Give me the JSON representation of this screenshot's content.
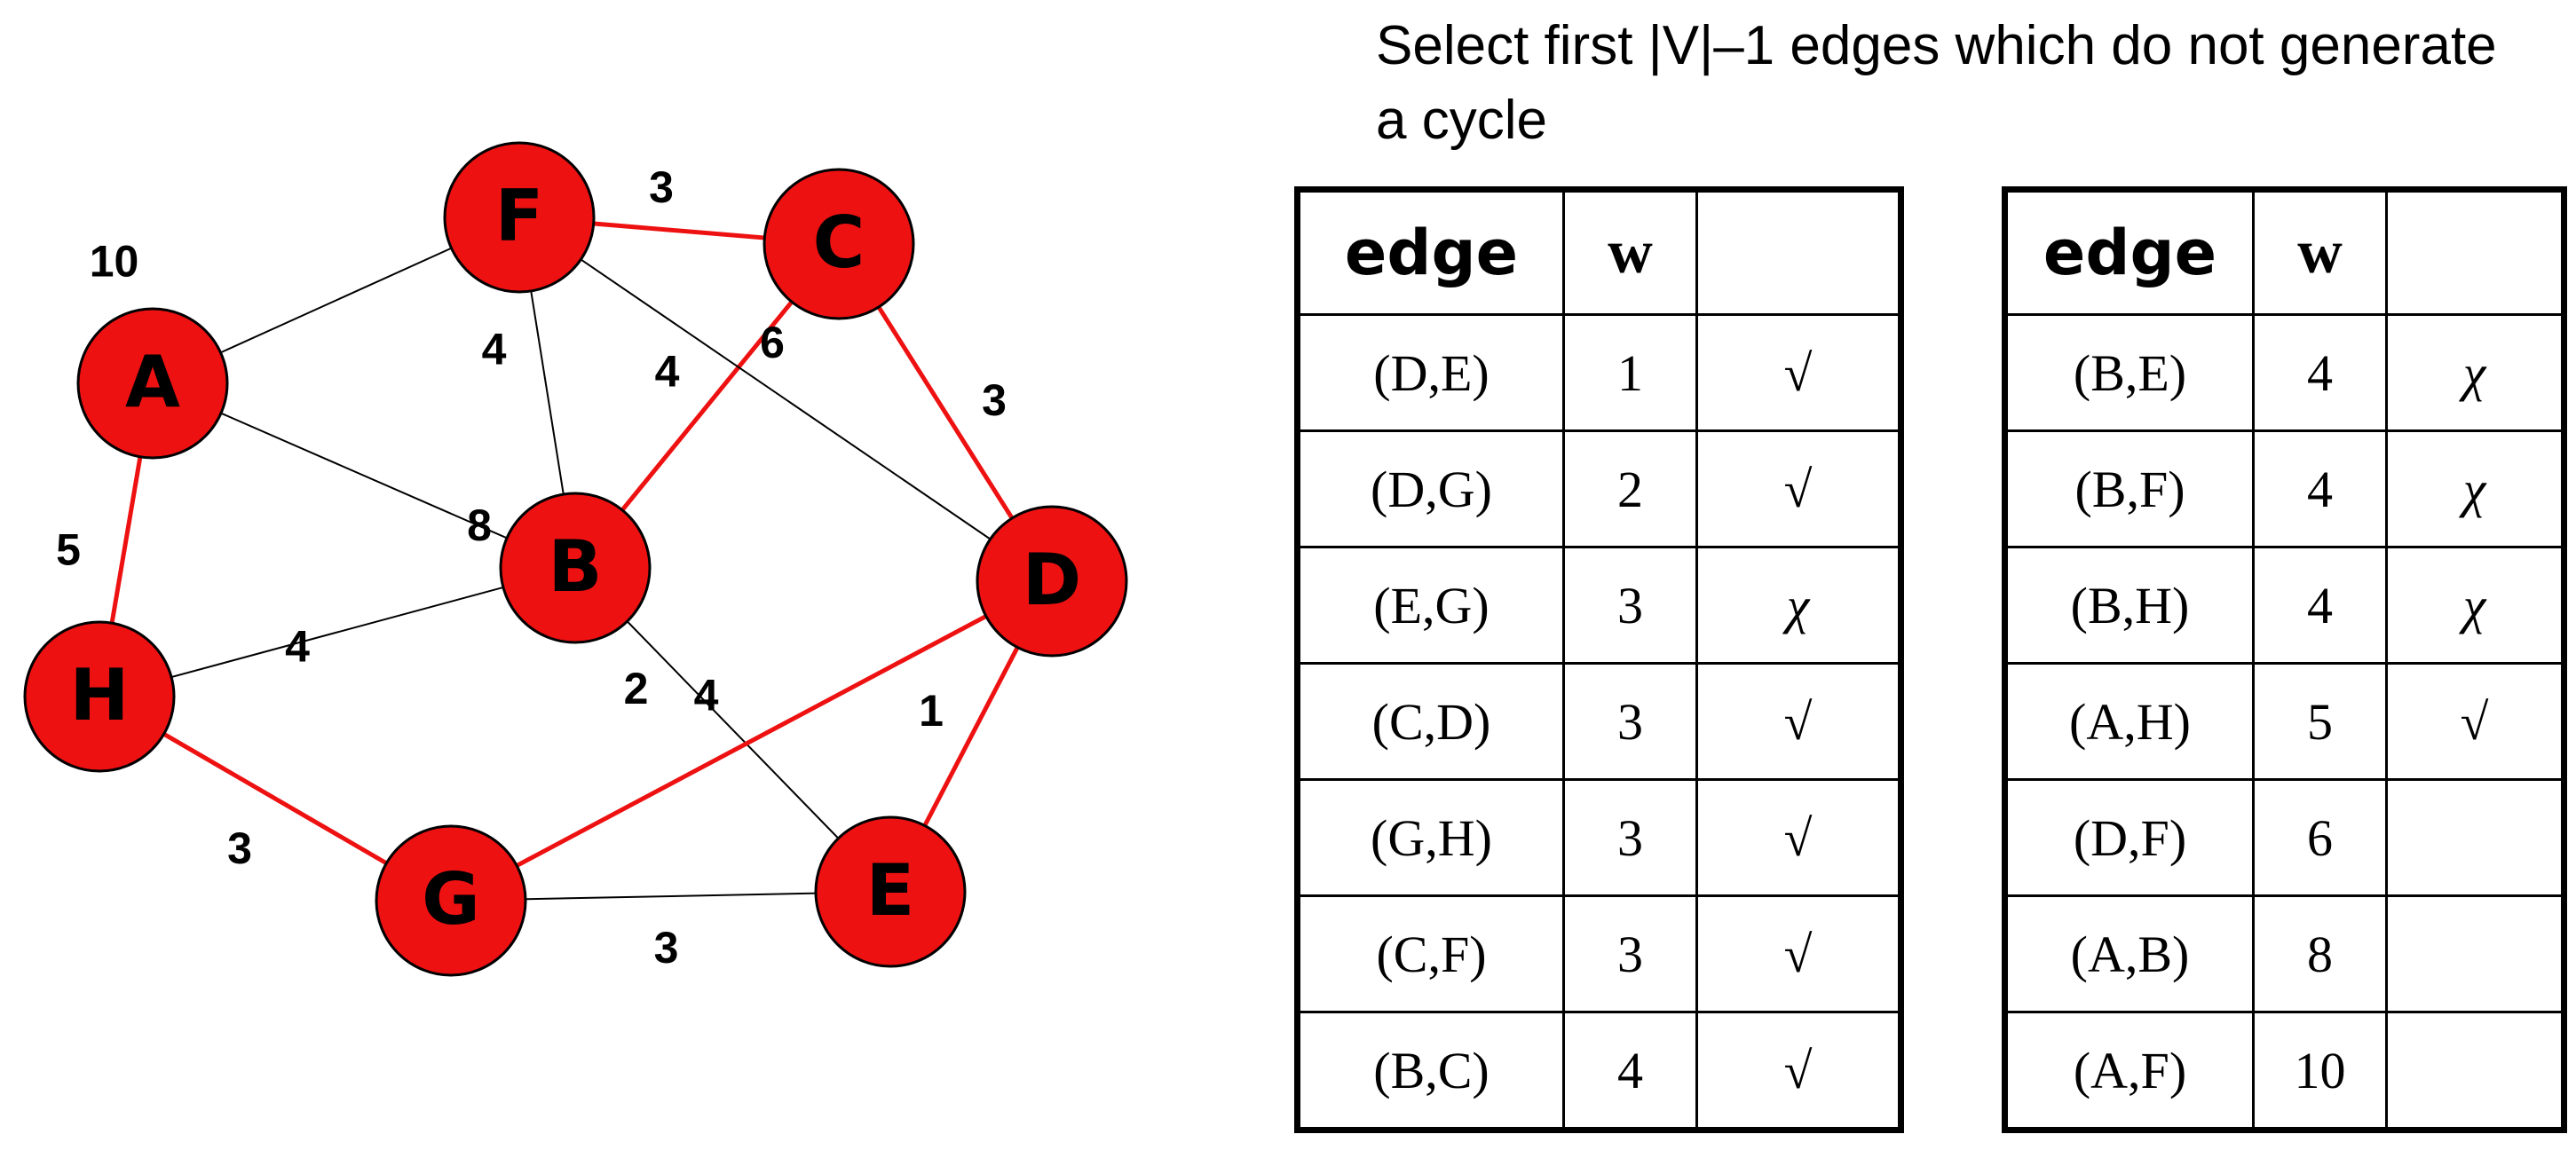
{
  "heading": "Select first |V|–1 edges which do not generate a cycle",
  "colors": {
    "node_fill": "#ee1111",
    "selected_edge": "#ee1111",
    "other_edge": "#000000"
  },
  "graph": {
    "nodes": [
      {
        "id": "A",
        "label": "A"
      },
      {
        "id": "F",
        "label": "F"
      },
      {
        "id": "C",
        "label": "C"
      },
      {
        "id": "B",
        "label": "B"
      },
      {
        "id": "D",
        "label": "D"
      },
      {
        "id": "H",
        "label": "H"
      },
      {
        "id": "G",
        "label": "G"
      },
      {
        "id": "E",
        "label": "E"
      }
    ],
    "edges": [
      {
        "from": "A",
        "to": "F",
        "weight": "10",
        "selected": false
      },
      {
        "from": "F",
        "to": "C",
        "weight": "3",
        "selected": true
      },
      {
        "from": "C",
        "to": "D",
        "weight": "3",
        "selected": true
      },
      {
        "from": "A",
        "to": "B",
        "weight": "8",
        "selected": false
      },
      {
        "from": "F",
        "to": "B",
        "weight": "4",
        "selected": false
      },
      {
        "from": "C",
        "to": "B",
        "weight": "4",
        "selected": true
      },
      {
        "from": "F",
        "to": "D",
        "weight": "6",
        "selected": false
      },
      {
        "from": "A",
        "to": "H",
        "weight": "5",
        "selected": true
      },
      {
        "from": "H",
        "to": "B",
        "weight": "4",
        "selected": false
      },
      {
        "from": "B",
        "to": "E",
        "weight": "4",
        "selected": false
      },
      {
        "from": "G",
        "to": "D",
        "weight": "2",
        "selected": true
      },
      {
        "from": "D",
        "to": "E",
        "weight": "1",
        "selected": true
      },
      {
        "from": "H",
        "to": "G",
        "weight": "3",
        "selected": true
      },
      {
        "from": "G",
        "to": "E",
        "weight": "3",
        "selected": false
      }
    ]
  },
  "tables": {
    "headers": {
      "edge": "edge",
      "w": "w",
      "mark": ""
    },
    "left": [
      {
        "edge": "(D,E)",
        "w": "1",
        "mark": "√"
      },
      {
        "edge": "(D,G)",
        "w": "2",
        "mark": "√"
      },
      {
        "edge": "(E,G)",
        "w": "3",
        "mark": "χ"
      },
      {
        "edge": "(C,D)",
        "w": "3",
        "mark": "√"
      },
      {
        "edge": "(G,H)",
        "w": "3",
        "mark": "√"
      },
      {
        "edge": "(C,F)",
        "w": "3",
        "mark": "√"
      },
      {
        "edge": "(B,C)",
        "w": "4",
        "mark": "√"
      }
    ],
    "right": [
      {
        "edge": "(B,E)",
        "w": "4",
        "mark": "χ"
      },
      {
        "edge": "(B,F)",
        "w": "4",
        "mark": "χ"
      },
      {
        "edge": "(B,H)",
        "w": "4",
        "mark": "χ"
      },
      {
        "edge": "(A,H)",
        "w": "5",
        "mark": "√"
      },
      {
        "edge": "(D,F)",
        "w": "6",
        "mark": ""
      },
      {
        "edge": "(A,B)",
        "w": "8",
        "mark": ""
      },
      {
        "edge": "(A,F)",
        "w": "10",
        "mark": ""
      }
    ]
  }
}
